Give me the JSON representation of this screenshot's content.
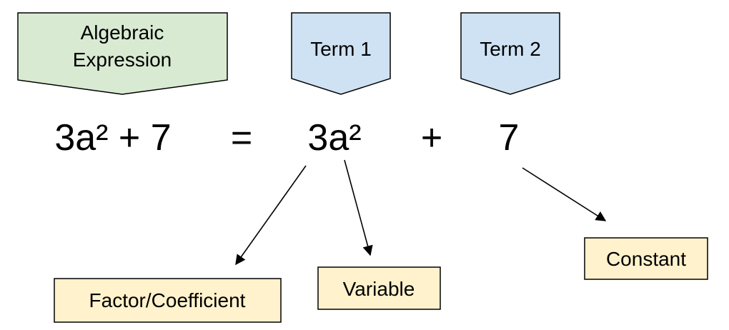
{
  "colors": {
    "expression_callout_fill": "#d9ead3",
    "term_callout_fill": "#cfe2f3",
    "label_box_fill": "#fff2cc",
    "stroke": "#000000"
  },
  "callouts": {
    "expression": {
      "line1": "Algebraic",
      "line2": "Expression"
    },
    "term1": "Term 1",
    "term2": "Term 2"
  },
  "equation": {
    "expression": "3a² + 7",
    "equals": "=",
    "term1": "3a²",
    "plus": "+",
    "term2": "7"
  },
  "labels": {
    "coefficient": "Factor/Coefficient",
    "variable": "Variable",
    "constant": "Constant"
  }
}
